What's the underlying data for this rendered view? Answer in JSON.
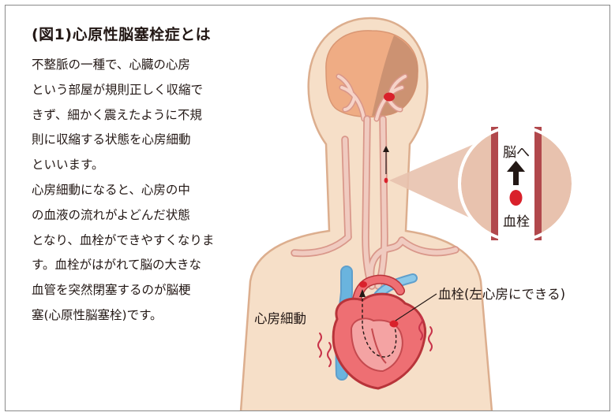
{
  "title": "(図1)心原性脳塞栓症とは",
  "description_lines": [
    "不整脈の一種で、心臓の心房",
    "という部屋が規則正しく収縮で",
    "きず、細かく震えたように不規",
    "則に収縮する状態を心房細動",
    "といいます。",
    "心房細動になると、心房の中",
    "の血液の流れがよどんだ状態",
    "となり、血栓ができやすくなりま",
    "す。血栓がはがれて脳の大きな",
    "血管を突然閉塞するのが脳梗",
    "塞(心原性脳塞栓)です。"
  ],
  "labels": {
    "zoom_top": "脳へ",
    "zoom_bottom": "血栓",
    "thrombus_callout": "血栓(左心房にできる)",
    "afib": "心房細動"
  },
  "colors": {
    "skin": "#f6dfc8",
    "skin_outline": "#dcae8e",
    "brain": "#efac84",
    "brain_shade": "#c68d6e",
    "artery": "#f0cbc0",
    "artery_outline": "#d9978a",
    "vein": "#6ab4de",
    "heart": "#ee6f73",
    "heart_outline": "#b8343a",
    "clot": "#d9212b",
    "tremor": "#c8334a",
    "magnifier_bg": "#e8c2ae",
    "vessel_wall": "#b1484c"
  }
}
